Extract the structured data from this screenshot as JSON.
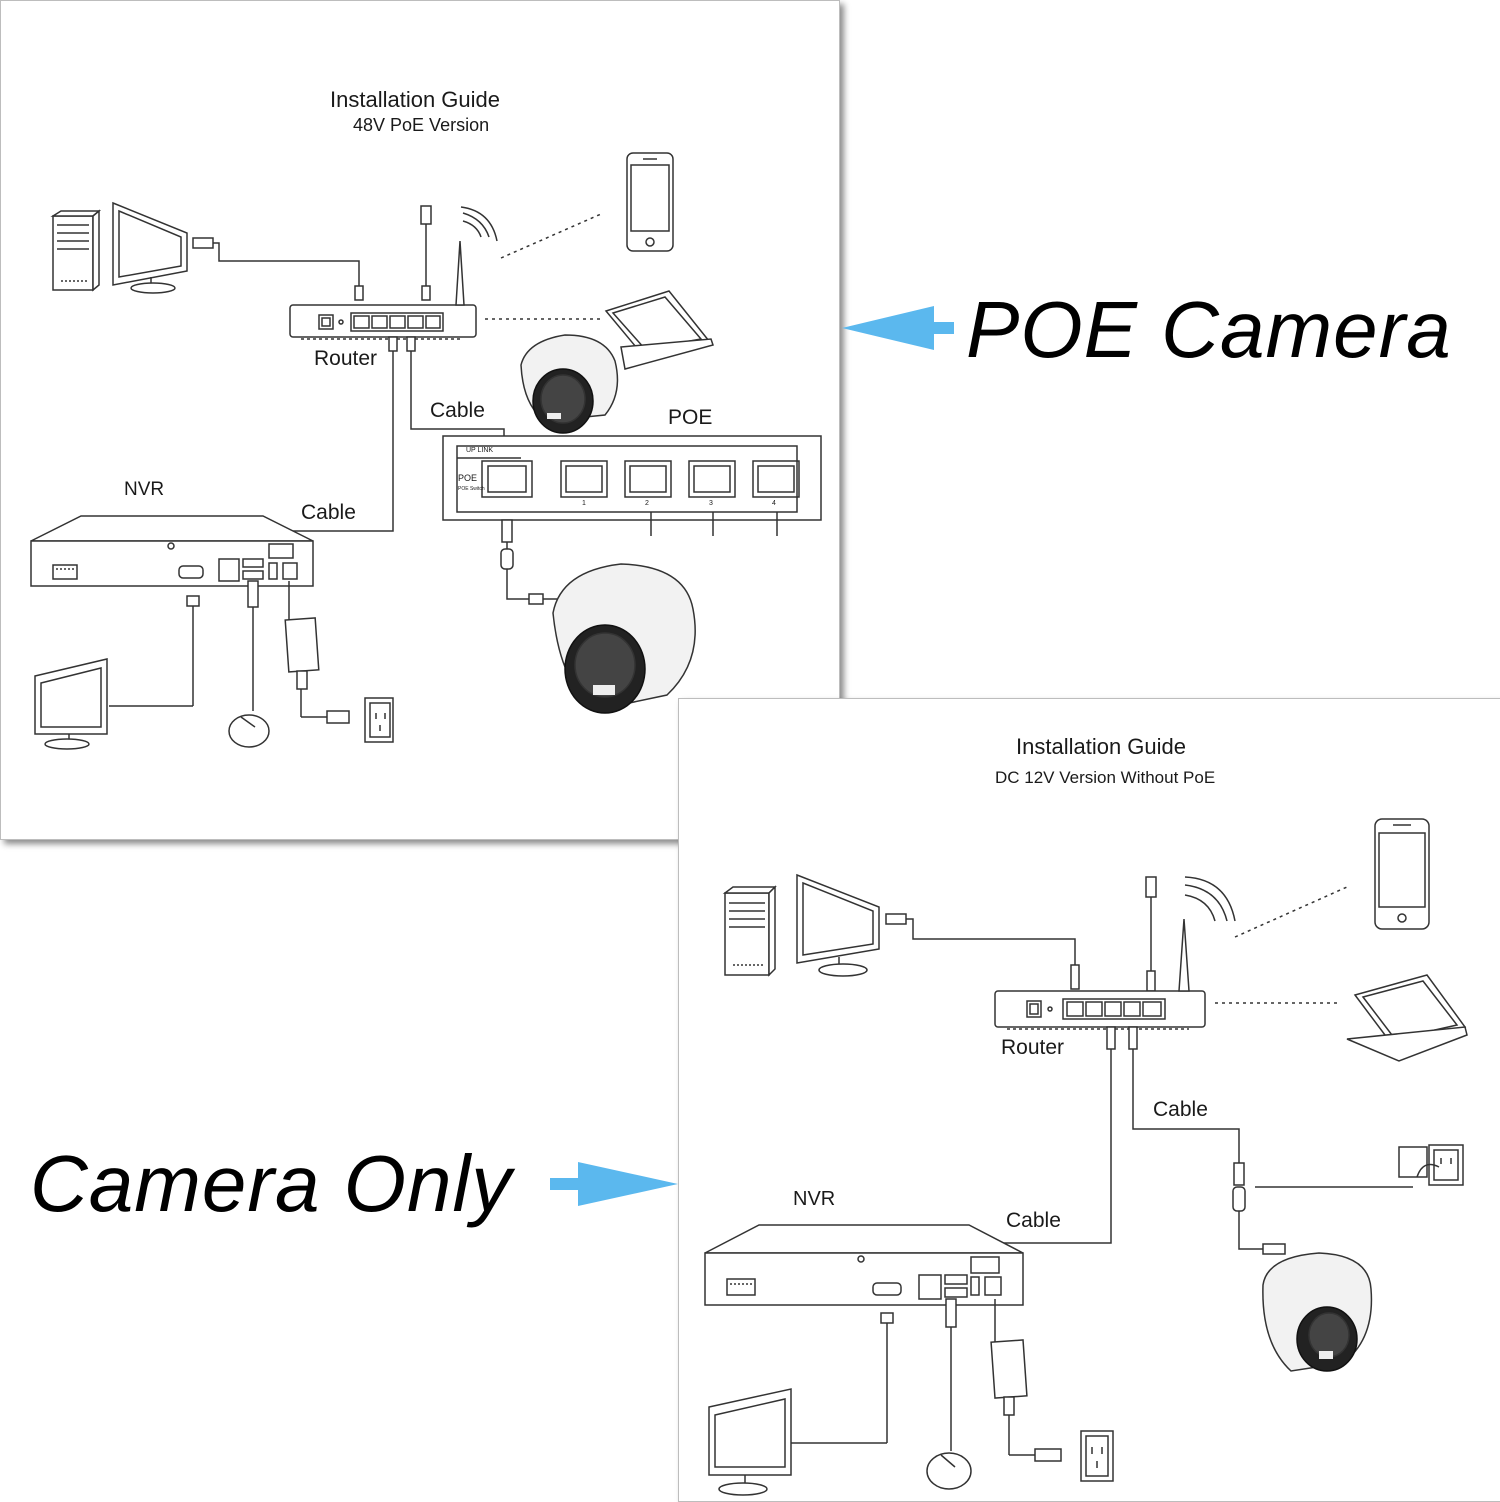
{
  "top_guide": {
    "title": "Installation Guide",
    "subtitle": "48V PoE Version",
    "router_label": "Router",
    "nvr_label": "NVR",
    "cable_label_1": "Cable",
    "cable_label_2": "Cable",
    "poe_label": "POE",
    "switch_uplink": "UP LINK",
    "switch_poe": "POE",
    "switch_poe_small": "POE Switch",
    "ports": [
      "1",
      "2",
      "3",
      "4"
    ]
  },
  "bottom_guide": {
    "title": "Installation Guide",
    "subtitle": "DC 12V Version Without PoE",
    "router_label": "Router",
    "nvr_label": "NVR",
    "cable_label_1": "Cable",
    "cable_label_2": "Cable"
  },
  "callouts": {
    "poe_camera": "POE Camera",
    "camera_only": "Camera Only"
  },
  "colors": {
    "arrow": "#5bb8ee"
  }
}
